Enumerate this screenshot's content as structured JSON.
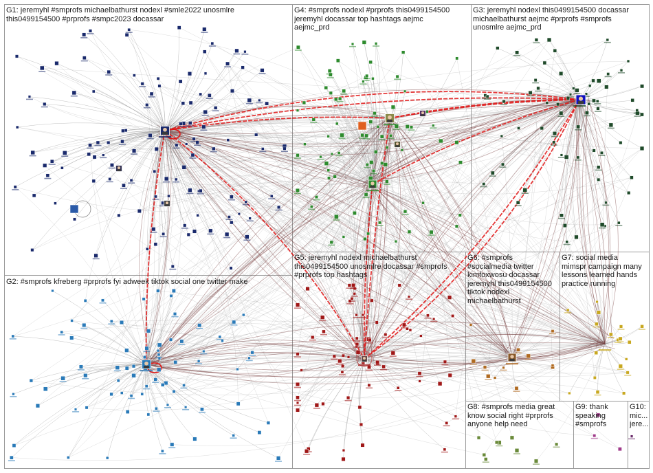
{
  "groups": [
    {
      "id": "G1",
      "label": "G1: jeremyhl #smprofs michaelbathurst nodexl #smle2022 unosmlre\nthis0499154500 #prprofs #smpc2023 docassar",
      "color": "#1a2a6c"
    },
    {
      "id": "G2",
      "label": "G2: #smprofs kfreberg #prprofs fyi adweek tiktok social one twitter make",
      "color": "#2a7ab8"
    },
    {
      "id": "G3",
      "label": "G3: jeremyhl nodexl this0499154500 docassar\nmichaelbathurst aejmc #prprofs #smprofs\nunosmlre aejmc_prd",
      "color": "#1f4a2a"
    },
    {
      "id": "G4",
      "label": "G4: #smprofs nodexl #prprofs this0499154500\njeremyhl docassar top hashtags aejmc\naejmc_prd",
      "color": "#2e8b2e"
    },
    {
      "id": "G5",
      "label": "G5: jeremyhl nodexl michaelbathurst\nthis0499154500 unosmlre docassar #smprofs\n#prprofs top hashtags",
      "color": "#a01818"
    },
    {
      "id": "G6",
      "label": "G6: #smprofs\n#socialmedia twitter\nkimfoxwosu docassar\njeremyhl this0499154500\ntiktok nodexl\nmichaelbathurst",
      "color": "#b06a20"
    },
    {
      "id": "G7",
      "label": "G7: social media\nmimspr campaign many\nlessons learned hands\npractice running",
      "color": "#c8a820"
    },
    {
      "id": "G8",
      "label": "G8: #smprofs media great\nknow social right #prprofs\nanyone help need",
      "color": "#6a8a3a"
    },
    {
      "id": "G9",
      "label": "G9: thank\nspeaking\n#smprofs",
      "color": "#a03a8a"
    },
    {
      "id": "G10",
      "label": "G10:\nmic...\njere...",
      "color": "#6a2a6a"
    }
  ],
  "colors": {
    "edge_gray": "#8c8c8c",
    "edge_dark": "#7a4040",
    "edge_red": "#e01515",
    "hub_ring": "#c06060"
  },
  "hubs": [
    {
      "id": "jeremyhl",
      "group": "G1"
    },
    {
      "id": "kfreberg",
      "group": "G2"
    },
    {
      "id": "this0499154500",
      "group": "G3"
    },
    {
      "id": "nodexl",
      "group": "G4"
    },
    {
      "id": "michaelbathurst",
      "group": "G5"
    },
    {
      "id": "kimfoxwosu",
      "group": "G6"
    },
    {
      "id": "mimspr",
      "group": "G7"
    },
    {
      "id": "docassar",
      "group": "G4"
    }
  ]
}
